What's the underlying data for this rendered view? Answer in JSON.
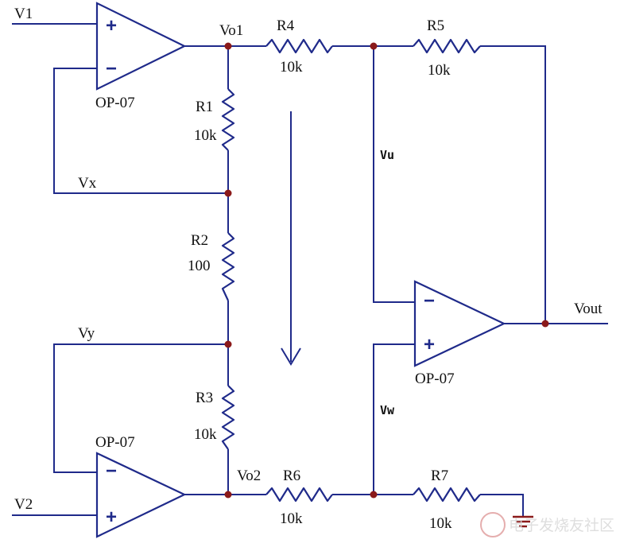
{
  "inputs": {
    "v1": "V1",
    "v2": "V2"
  },
  "nodes": {
    "vo1": "Vo1",
    "vo2": "Vo2",
    "vx": "Vx",
    "vy": "Vy",
    "vu": "Vu",
    "vw": "Vw",
    "vout": "Vout"
  },
  "amplifiers": {
    "a1": "OP-07",
    "a2": "OP-07",
    "a3": "OP-07"
  },
  "signs": {
    "plus": "+",
    "minus": "−"
  },
  "resistors": {
    "r1": {
      "name": "R1",
      "value": "10k"
    },
    "r2": {
      "name": "R2",
      "value": "100"
    },
    "r3": {
      "name": "R3",
      "value": "10k"
    },
    "r4": {
      "name": "R4",
      "value": "10k"
    },
    "r5": {
      "name": "R5",
      "value": "10k"
    },
    "r6": {
      "name": "R6",
      "value": "10k"
    },
    "r7": {
      "name": "R7",
      "value": "10k"
    }
  },
  "watermark": "电子发烧友社区",
  "colors": {
    "wire": "#1f2a8a",
    "node": "#8b1a1a",
    "ground": "#8b1a1a",
    "arrow": "#1f2a8a"
  }
}
